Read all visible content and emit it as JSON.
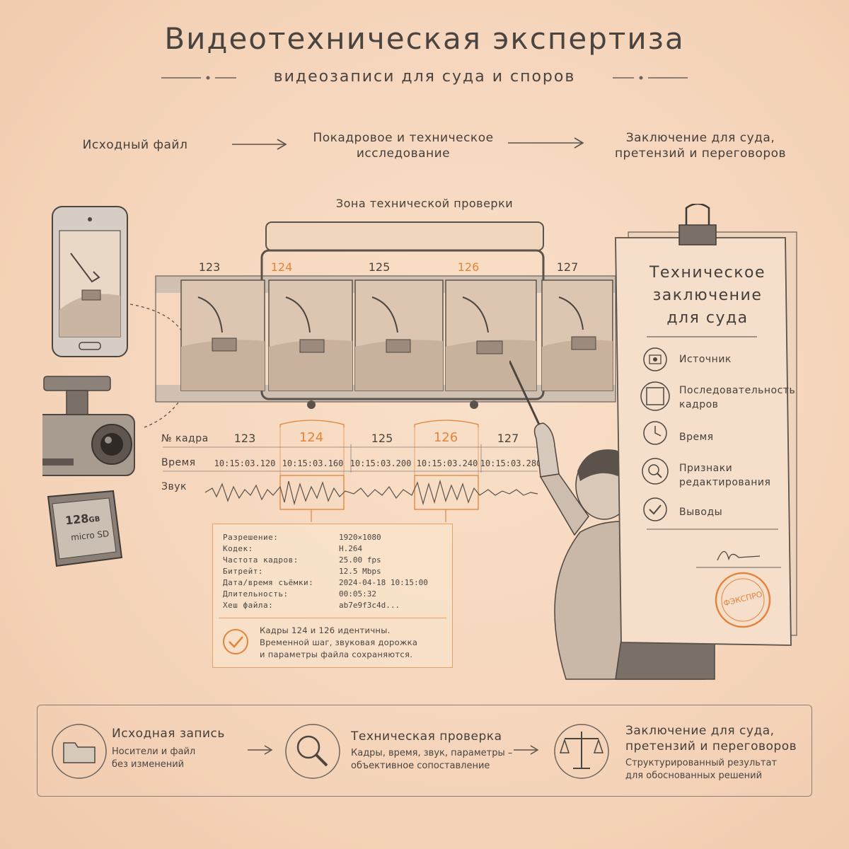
{
  "header": {
    "title": "Видеотехническая экспертиза",
    "subtitle": "видеозаписи для суда и споров"
  },
  "flow": {
    "step1": "Исходный файл",
    "step2_line1": "Покадровое и техническое",
    "step2_line2": "исследование",
    "step3_line1": "Заключение для суда,",
    "step3_line2": "претензий и переговоров"
  },
  "zone_label": "Зона технической проверки",
  "filmstrip": {
    "frames": [
      "123",
      "124",
      "125",
      "126",
      "127"
    ]
  },
  "timeline": {
    "frame_label": "№ кадра",
    "time_label": "Время",
    "sound_label": "Звук",
    "frame_numbers": [
      "123",
      "124",
      "125",
      "126",
      "127"
    ],
    "times": [
      "10:15:03.120",
      "10:15:03.160",
      "10:15:03.200",
      "10:15:03.240",
      "10:15:03.280"
    ],
    "highlight_color": "#e3843c"
  },
  "sd_card": {
    "capacity": "128",
    "unit": "GB",
    "brand": "micro SD"
  },
  "metadata": {
    "rows": [
      {
        "label": "Разрешение:",
        "value": "1920×1080"
      },
      {
        "label": "Кодек:",
        "value": "H.264"
      },
      {
        "label": "Частота кадров:",
        "value": "25.00 fps"
      },
      {
        "label": "Битрейт:",
        "value": "12.5 Mbps"
      },
      {
        "label": "Дата/время съёмки:",
        "value": "2024-04-18 10:15:00"
      },
      {
        "label": "Длительность:",
        "value": "00:05:32"
      },
      {
        "label": "Хеш файла:",
        "value": "ab7e9f3c4d..."
      }
    ],
    "note_line1": "Кадры 124 и 126 идентичны.",
    "note_line2": "Временной шаг, звуковая дорожка",
    "note_line3": "и параметры файла сохраняются."
  },
  "document": {
    "title_line1": "Техническое",
    "title_line2": "заключение",
    "title_line3": "для суда",
    "items": [
      {
        "icon": "camera-icon",
        "label_line1": "Источник",
        "label_line2": ""
      },
      {
        "icon": "filmstrip-icon",
        "label_line1": "Последовательность",
        "label_line2": "кадров"
      },
      {
        "icon": "clock-icon",
        "label_line1": "Время",
        "label_line2": ""
      },
      {
        "icon": "magnifier-icon",
        "label_line1": "Признаки",
        "label_line2": "редактирования"
      },
      {
        "icon": "check-icon",
        "label_line1": "Выводы",
        "label_line2": ""
      }
    ],
    "stamp": "ФЭКСПРО"
  },
  "summary": {
    "items": [
      {
        "icon": "folder-icon",
        "title_line1": "Исходная запись",
        "title_line2": "",
        "desc_line1": "Носители и файл",
        "desc_line2": "без изменений"
      },
      {
        "icon": "magnifier-icon",
        "title_line1": "Техническая проверка",
        "title_line2": "",
        "desc_line1": "Кадры, время, звук, параметры –",
        "desc_line2": "объективное сопоставление"
      },
      {
        "icon": "scales-icon",
        "title_line1": "Заключение для суда,",
        "title_line2": "претензий и переговоров",
        "desc_line1": "Структурированный результат",
        "desc_line2": "для обоснованных решений"
      }
    ]
  }
}
